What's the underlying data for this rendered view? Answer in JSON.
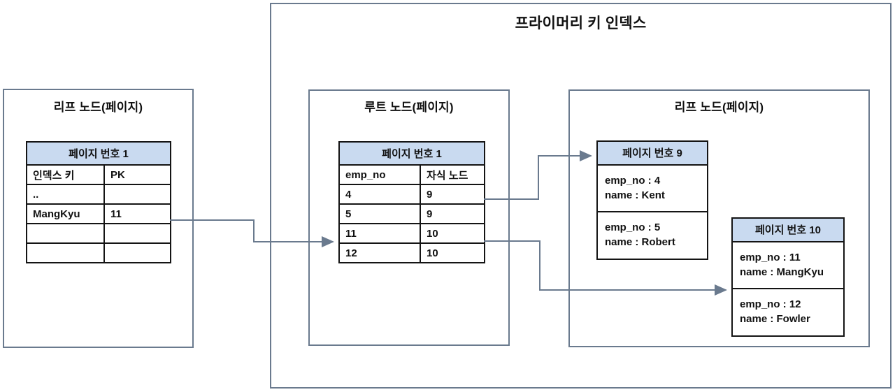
{
  "diagram": {
    "title": "프라이머리 키 인덱스",
    "left_box": {
      "title": "리프 노드(페이지)",
      "table": {
        "header": "페이지 번호 1",
        "columns": [
          "인덱스 키",
          "PK"
        ],
        "rows": [
          [
            "..",
            ""
          ],
          [
            "MangKyu",
            "11"
          ],
          [
            "",
            ""
          ],
          [
            "",
            ""
          ]
        ]
      }
    },
    "root_box": {
      "title": "루트 노드(페이지)",
      "table": {
        "header": "페이지 번호 1",
        "columns": [
          "emp_no",
          "자식 노드"
        ],
        "rows": [
          [
            "4",
            "9"
          ],
          [
            "5",
            "9"
          ],
          [
            "11",
            "10"
          ],
          [
            "12",
            "10"
          ]
        ]
      }
    },
    "right_box": {
      "title": "리프 노드(페이지)",
      "page9": {
        "header": "페이지 번호 9",
        "cells": [
          [
            "emp_no : 4",
            "name : Kent"
          ],
          [
            "emp_no : 5",
            "name : Robert"
          ]
        ]
      },
      "page10": {
        "header": "페이지 번호 10",
        "cells": [
          [
            "emp_no : 11",
            "name : MangKyu"
          ],
          [
            "emp_no : 12",
            "name : Fowler"
          ]
        ]
      }
    },
    "colors": {
      "header_fill": "#c9daf0",
      "box_border": "#6a7a8e",
      "table_border": "#141414",
      "arrow": "#6a7a8e"
    }
  }
}
